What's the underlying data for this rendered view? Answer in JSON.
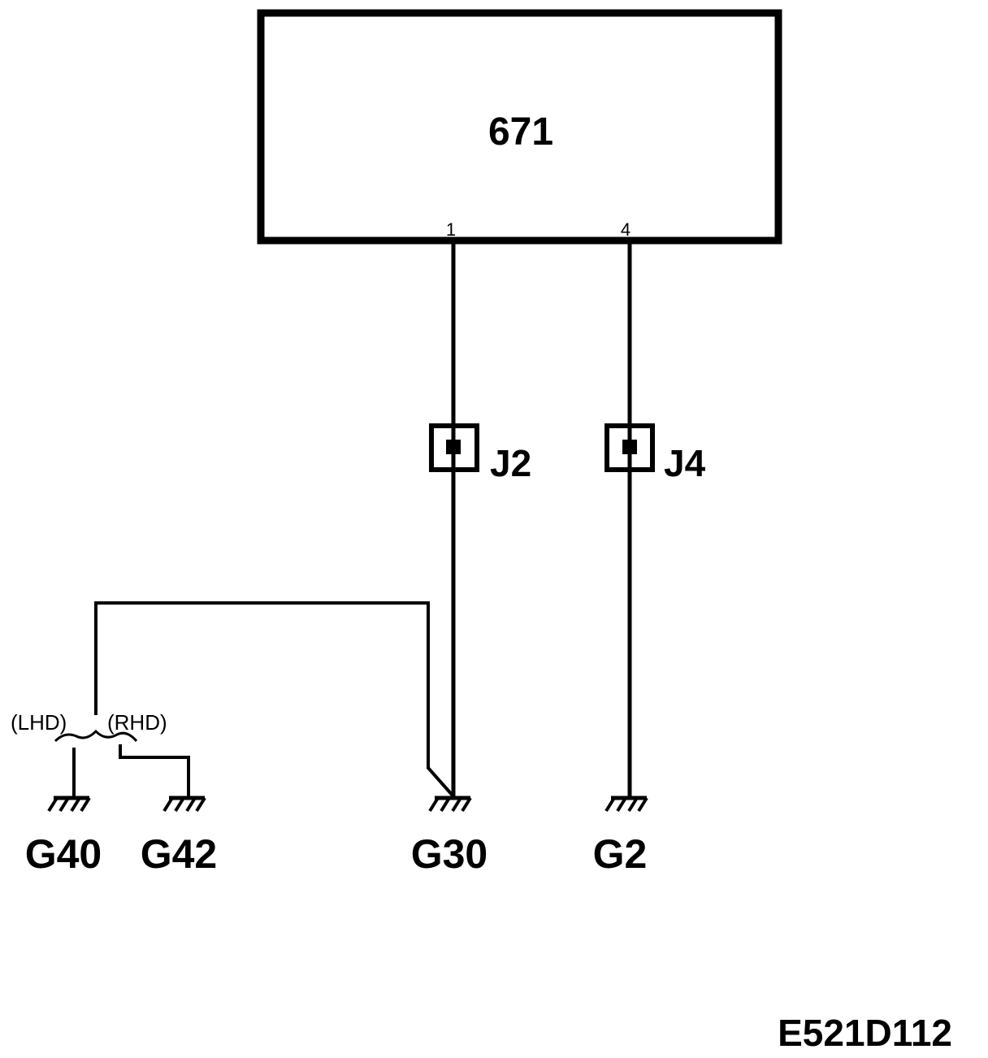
{
  "module": {
    "label": "671"
  },
  "pins": [
    {
      "id": "pin1",
      "label": "1"
    },
    {
      "id": "pin4",
      "label": "4"
    }
  ],
  "connectors": [
    {
      "id": "j2",
      "label": "J2"
    },
    {
      "id": "j4",
      "label": "J4"
    }
  ],
  "variants": {
    "lhd": "(LHD)",
    "rhd": "(RHD)"
  },
  "grounds": [
    {
      "id": "g40",
      "label": "G40"
    },
    {
      "id": "g42",
      "label": "G42"
    },
    {
      "id": "g30",
      "label": "G30"
    },
    {
      "id": "g2",
      "label": "G2"
    }
  ],
  "diagram_code": "E521D112"
}
